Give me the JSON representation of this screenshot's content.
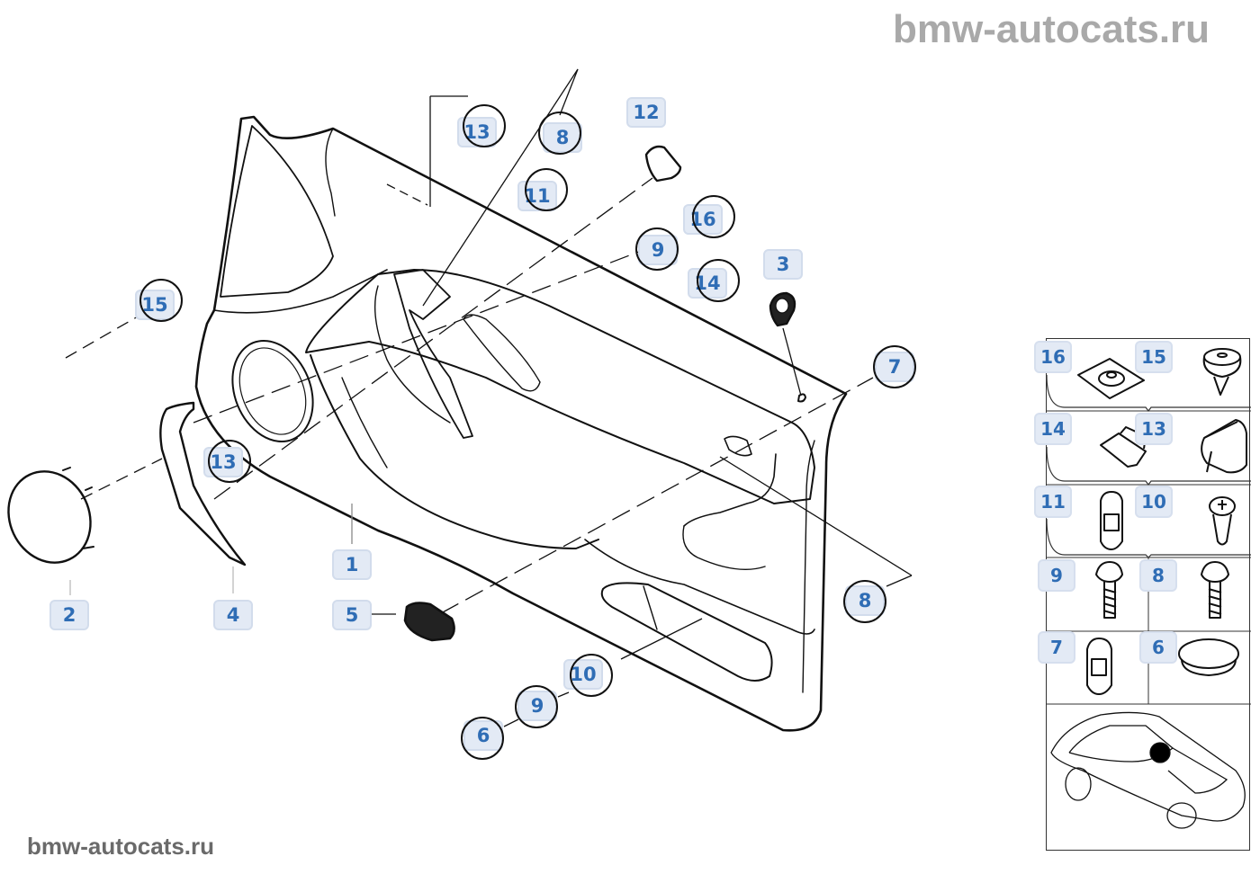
{
  "watermark": {
    "top": "bmw-autocats.ru",
    "bottom": "bmw-autocats.ru"
  },
  "diagram": {
    "subject": "Door trim panel, front (exploded view)",
    "callouts": [
      {
        "id": "c1",
        "label": "1",
        "ringed": false
      },
      {
        "id": "c2",
        "label": "2",
        "ringed": false
      },
      {
        "id": "c3",
        "label": "3",
        "ringed": false
      },
      {
        "id": "c4",
        "label": "4",
        "ringed": false
      },
      {
        "id": "c5",
        "label": "5",
        "ringed": false
      },
      {
        "id": "c6",
        "label": "6",
        "ringed": true
      },
      {
        "id": "c7",
        "label": "7",
        "ringed": true
      },
      {
        "id": "c8a",
        "label": "8",
        "ringed": true
      },
      {
        "id": "c8b",
        "label": "8",
        "ringed": true
      },
      {
        "id": "c9a",
        "label": "9",
        "ringed": true
      },
      {
        "id": "c9b",
        "label": "9",
        "ringed": true
      },
      {
        "id": "c10",
        "label": "10",
        "ringed": true
      },
      {
        "id": "c11",
        "label": "11",
        "ringed": true
      },
      {
        "id": "c12",
        "label": "12",
        "ringed": false
      },
      {
        "id": "c13a",
        "label": "13",
        "ringed": true
      },
      {
        "id": "c13b",
        "label": "13",
        "ringed": true
      },
      {
        "id": "c14",
        "label": "14",
        "ringed": true
      },
      {
        "id": "c15",
        "label": "15",
        "ringed": true
      },
      {
        "id": "c16",
        "label": "16",
        "ringed": true
      }
    ]
  },
  "legend": {
    "rows": [
      {
        "left": {
          "label": "16",
          "part": "speed-nut-clip"
        },
        "right": {
          "label": "15",
          "part": "expanding-rivet-clip"
        }
      },
      {
        "left": {
          "label": "14",
          "part": "retaining-clip"
        },
        "right": {
          "label": "13",
          "part": "edge-clip"
        }
      },
      {
        "left": {
          "label": "11",
          "part": "plastic-nut-clip"
        },
        "right": {
          "label": "10",
          "part": "spreading-rivet"
        }
      },
      {
        "left": {
          "label": "9",
          "part": "screw"
        },
        "right": {
          "label": "8",
          "part": "screw"
        }
      },
      {
        "left": {
          "label": "7",
          "part": "plastic-nut-clip"
        },
        "right": {
          "label": "6",
          "part": "plug-cap"
        }
      }
    ],
    "locator": "car-locator-icon"
  }
}
